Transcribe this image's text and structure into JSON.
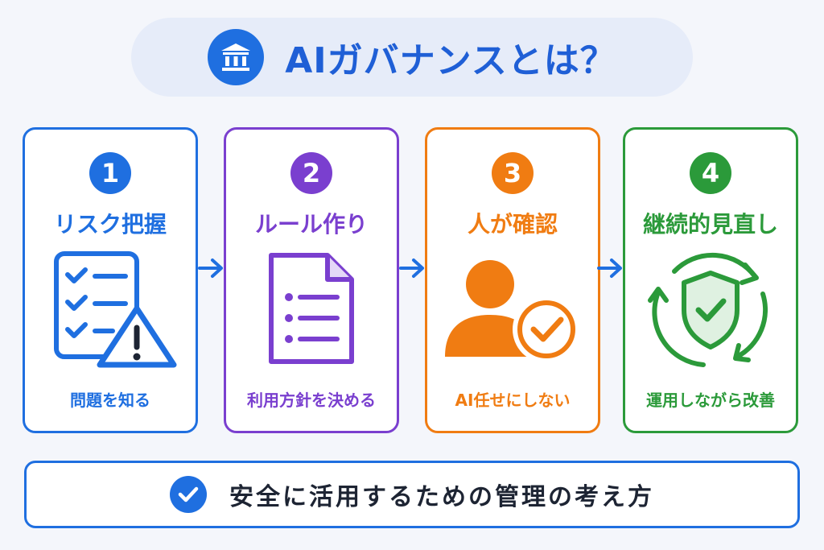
{
  "title": {
    "text": "AIガバナンスとは？",
    "icon": "bank-icon"
  },
  "colors": {
    "blue": "#1f6fe0",
    "purple": "#7a3fcf",
    "orange": "#f07c12",
    "green": "#2b9a3a",
    "text_dark": "#1d2433"
  },
  "steps": [
    {
      "number": "1",
      "heading": "リスク把握",
      "caption": "問題を知る",
      "icon": "checklist-warning-icon"
    },
    {
      "number": "2",
      "heading": "ルール作り",
      "caption": "利用方針を決める",
      "icon": "document-list-icon"
    },
    {
      "number": "3",
      "heading": "人が確認",
      "caption": "AI任せにしない",
      "icon": "person-check-icon"
    },
    {
      "number": "4",
      "heading": "継続的見直し",
      "caption": "運用しながら改善",
      "icon": "shield-cycle-icon"
    }
  ],
  "footer": {
    "text": "安全に活用するための管理の考え方",
    "icon": "check-circle-icon"
  }
}
